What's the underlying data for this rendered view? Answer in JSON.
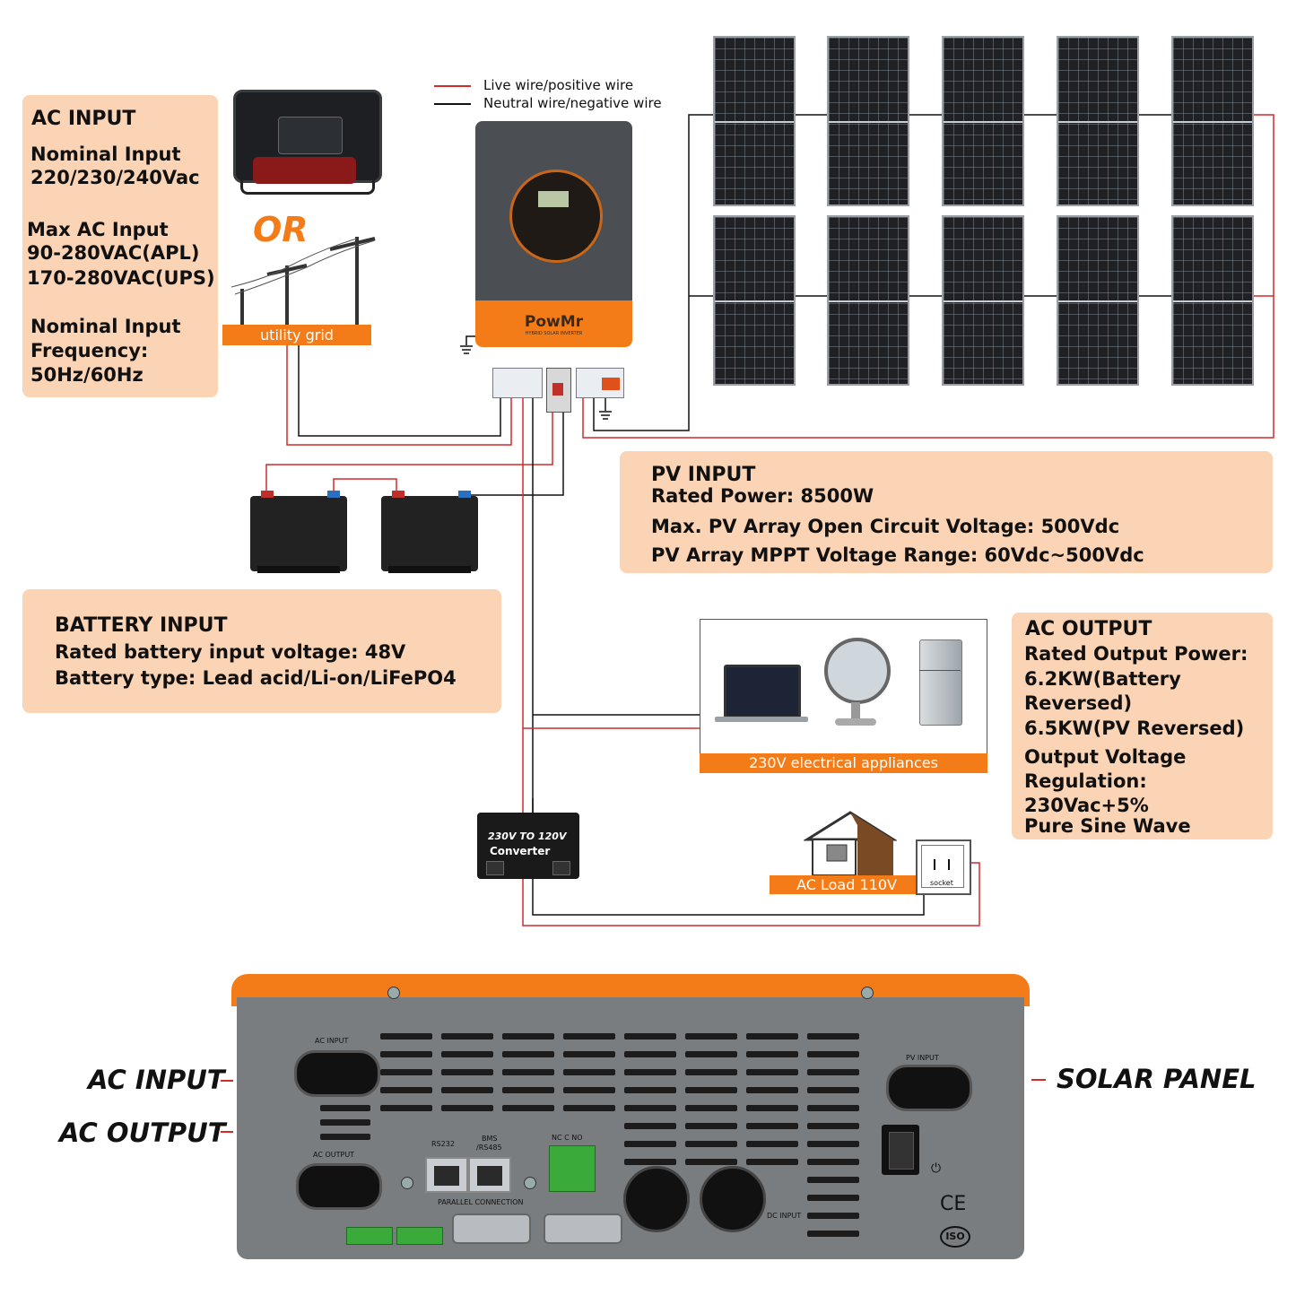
{
  "legend": {
    "live": "Live wire/positive wire",
    "neutral": "Neutral wire/negative wire"
  },
  "ac_input_box": {
    "title": "AC INPUT",
    "nominal_label": "Nominal Input",
    "nominal_value": "220/230/240Vac",
    "max_label": "Max AC Input",
    "max_apl": "90-280VAC(APL)",
    "max_ups": "170-280VAC(UPS)",
    "freq_label": "Nominal Input",
    "freq_label2": "Frequency:",
    "freq_value": "50Hz/60Hz"
  },
  "or_text": "OR",
  "utility_grid": "utility grid",
  "inverter_brand": "PowMr",
  "inverter_sub": "HYBRID SOLAR INVERTER",
  "pv_input_box": {
    "title": "PV INPUT",
    "rated": "Rated Power: 8500W",
    "voc": "Max. PV Array Open Circuit Voltage: 500Vdc",
    "mppt": "PV Array MPPT Voltage Range: 60Vdc~500Vdc"
  },
  "battery_box": {
    "title": "BATTERY INPUT",
    "voltage": "Rated battery input voltage: 48V",
    "type": "Battery type: Lead acid/Li-on/LiFePO4"
  },
  "ac_output_box": {
    "title": "AC OUTPUT",
    "rated_label": "Rated Output Power:",
    "battery_a": "6.2KW(Battery",
    "battery_b": "Reversed)",
    "pv": "6.5KW(PV Reversed)",
    "reg_label": "Output Voltage",
    "reg_label2": "Regulation:",
    "reg_value": "230Vac+5%",
    "wave": "Pure Sine Wave"
  },
  "appliances_label": "230V electrical appliances",
  "converter": {
    "line1": "230V TO 120V",
    "line2": "Converter"
  },
  "ac_load": "AC Load 110V",
  "socket": "socket",
  "side_labels": {
    "ac_input": "AC INPUT",
    "ac_output": "AC OUTPUT",
    "solar_panel": "SOLAR PANEL"
  },
  "device_labels": {
    "ac_input": "AC INPUT",
    "ac_output": "AC OUTPUT",
    "rs232": "RS232",
    "bms_a": "BMS",
    "bms_b": "/RS485",
    "nc_c_no": "NC  C  NO",
    "parallel": "PARALLEL CONNECTION",
    "dc_input": "DC INPUT",
    "pv_input": "PV INPUT",
    "ce": "CE",
    "iso": "ISO"
  },
  "colors": {
    "orange": "#f47c18",
    "box_bg": "#fbd3b5",
    "live_wire": "#d42a2a",
    "neutral_wire": "#111111",
    "device_gray": "#7a7d80"
  }
}
